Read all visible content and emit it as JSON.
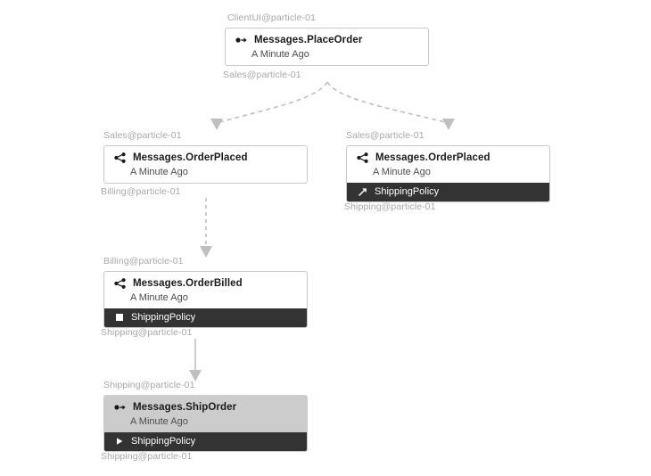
{
  "diagram": {
    "title": "message-flow-diagram",
    "colors": {
      "background": "#ffffff",
      "node_border": "#c9c9c9",
      "node_background": "#ffffff",
      "node_selected_background": "#cccccc",
      "row_background": "#333333",
      "row_text": "#ffffff",
      "caption_text": "#a8a8a8",
      "title_text": "#1a1a1a",
      "subtitle_text": "#4d4d4d",
      "edge": "#bfbfbf"
    },
    "nodes": [
      {
        "id": "place-order",
        "top_caption": "ClientUI@particle-01",
        "title": "Messages.PlaceOrder",
        "title_icon": "command-arrow-icon",
        "subtitle": "A Minute Ago",
        "bottom_caption": "Sales@particle-01",
        "selected": false,
        "row": null
      },
      {
        "id": "order-placed-left",
        "top_caption": "Sales@particle-01",
        "title": "Messages.OrderPlaced",
        "title_icon": "event-share-icon",
        "subtitle": "A Minute Ago",
        "bottom_caption": "Billing@particle-01",
        "selected": false,
        "row": null
      },
      {
        "id": "order-placed-right",
        "top_caption": "Sales@particle-01",
        "title": "Messages.OrderPlaced",
        "title_icon": "event-share-icon",
        "subtitle": "A Minute Ago",
        "bottom_caption": "Shipping@particle-01",
        "selected": false,
        "row": {
          "label": "ShippingPolicy",
          "icon": "saga-start-arrow-icon"
        }
      },
      {
        "id": "order-billed",
        "top_caption": "Billing@particle-01",
        "title": "Messages.OrderBilled",
        "title_icon": "event-share-icon",
        "subtitle": "A Minute Ago",
        "bottom_caption": "Shipping@particle-01",
        "selected": false,
        "row": {
          "label": "ShippingPolicy",
          "icon": "saga-complete-square-icon"
        }
      },
      {
        "id": "ship-order",
        "top_caption": "Shipping@particle-01",
        "title": "Messages.ShipOrder",
        "title_icon": "command-arrow-icon",
        "subtitle": "A Minute Ago",
        "bottom_caption": "Shipping@particle-01",
        "selected": true,
        "row": {
          "label": "ShippingPolicy",
          "icon": "saga-invoke-play-icon"
        }
      }
    ]
  }
}
